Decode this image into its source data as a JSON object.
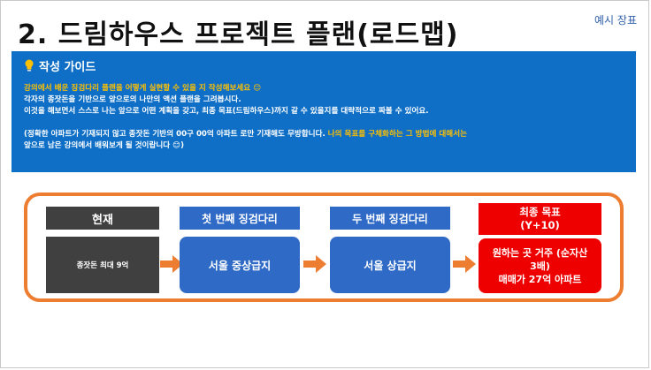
{
  "slide": {
    "title": "2. 드림하우스 프로젝트 플랜(로드맵)",
    "corner_tag": "예시 장표"
  },
  "guide": {
    "heading": "작성 가이드",
    "line1": "강의에서 배운 징검다리 플랜을 어떻게 실현할 수 있을 지 작성해보세요 😊",
    "line2": "각자의 종잣돈을 기반으로 앞으로의 나만의 액션 플랜을 그려봅시다.",
    "line3": "이것을 해보면서 스스로 나는 앞으로 어떤 계획을 갖고, 최종 목표(드림하우스)까지 갈 수 있을지를 대략적으로 짜볼 수 있어요.",
    "line4a": "(정확한 아파트가 기재되지 않고 종잣돈 기반의 00구 00억 아파트 로만 기재해도 무방합니다. ",
    "line4b": "나의 목표를 구체화하는 그 방법에 대해서는",
    "line5a": "앞으로 남은 강의에서 배워보게 될 것이랍니다 😊",
    "line5b": ")"
  },
  "roadmap": {
    "now": {
      "label": "현재",
      "content": "종잣돈 최대 9억"
    },
    "first": {
      "label": "첫 번째 징검다리",
      "content": "서울 중상급지"
    },
    "second": {
      "label": "두 번째 징검다리",
      "content": "서울 상급지"
    },
    "goal": {
      "label_line1": "최종 목표",
      "label_line2": "(Y+10)",
      "content_line1": "원하는 곳 거주 (순자산",
      "content_line2": "3배)",
      "content_line3": "매매가 27억 아파트"
    }
  },
  "colors": {
    "guide_bg": "#0f6fc6",
    "highlight": "#ffc000",
    "frame_orange": "#ed7d31",
    "step_blue": "#2e6ac6",
    "now_gray": "#404040",
    "goal_red": "#ee0000"
  },
  "icons": {
    "guide": "lightbulb-icon",
    "connector": "right-arrow-icon"
  }
}
